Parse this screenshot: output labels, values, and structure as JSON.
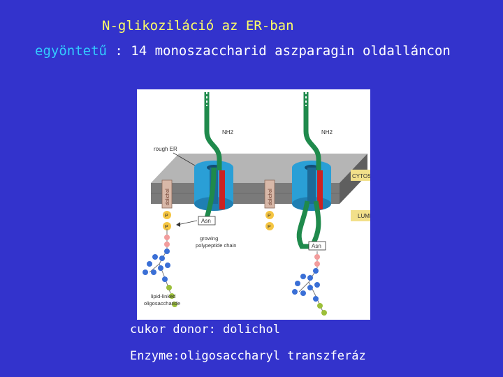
{
  "slide": {
    "title": "N-glikoziláció az ER-ban",
    "subtitle_highlight": "egyöntetű",
    "subtitle_rest": " : 14 monoszaccharid aszparagin oldalláncon",
    "caption_donor": "cukor donor: dolichol",
    "caption_enzyme": "Enzyme:oligosaccharyl transzferáz"
  },
  "figure": {
    "label_rough_er": "rough ER",
    "label_nh2_left": "NH2",
    "label_nh2_right": "NH2",
    "label_cytosol": "CYTOSOL",
    "label_lumen": "LUMEN",
    "label_dolichol_left": "dolichol",
    "label_dolichol_right": "dolichol",
    "label_p": "P",
    "label_asn_left": "Asn",
    "label_asn_right": "Asn",
    "label_growing_1": "growing",
    "label_growing_2": "polypeptide chain",
    "label_lipid_1": "lipid-linked",
    "label_lipid_2": "oligosaccharide"
  },
  "colors": {
    "background": "#3333cc",
    "title": "#ffff66",
    "highlight": "#33ccff",
    "membrane_top": "#b5b5b5",
    "membrane_front": "#7a7a7a",
    "translocon": "#2a9fd6",
    "chain": "#1f8a4c",
    "label_box": "#f2e08a",
    "phosphate": "#f5c542",
    "dolichol": "#d8b8a8"
  }
}
